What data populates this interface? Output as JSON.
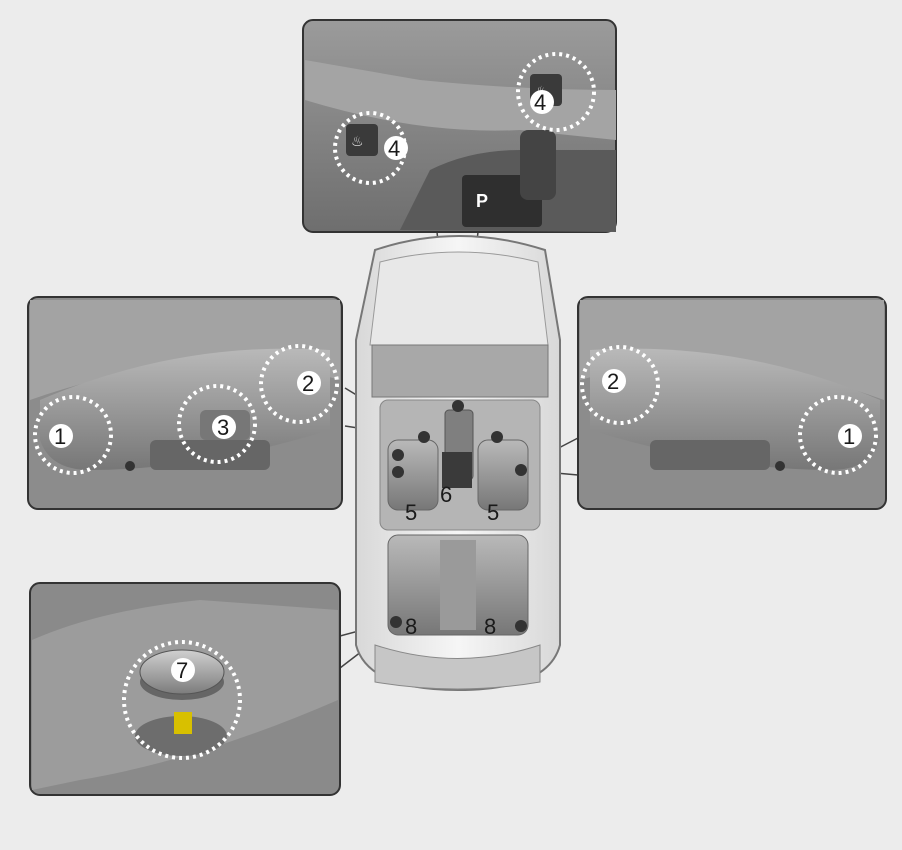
{
  "labels": {
    "seat_left_1": "1",
    "seat_left_2": "2",
    "seat_left_3": "3",
    "console_4_left": "4",
    "console_4_right": "4",
    "seat_right_2": "2",
    "seat_right_1": "1",
    "car_6": "6",
    "car_5_left": "5",
    "car_5_right": "5",
    "car_8_left": "8",
    "car_8_right": "8",
    "lock_7": "7"
  },
  "console": {
    "gear": "P"
  },
  "icons": {
    "seat_heater": "seat-heater-icon",
    "door_lock_knob": "door-lock-knob-icon"
  },
  "colors": {
    "background": "#ececec",
    "watermark": "#c1121f",
    "knob_ring": "#d8c000"
  }
}
